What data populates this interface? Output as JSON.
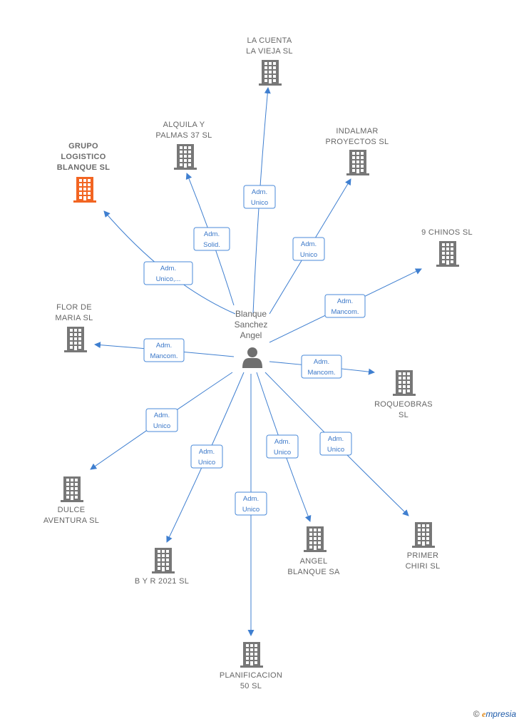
{
  "colors": {
    "edge": "#3f7fd0",
    "node": "#777777",
    "highlight": "#f26522",
    "role_text": "#3a77c8"
  },
  "center": {
    "name_lines": [
      "Blanque",
      "Sanchez",
      "Angel"
    ],
    "icon": "person-icon"
  },
  "companies": [
    {
      "id": "la-cuenta-la-vieja",
      "lines": [
        "LA CUENTA",
        "LA VIEJA  SL"
      ],
      "highlight": false,
      "icon": "building-icon"
    },
    {
      "id": "alquila-y-palmas-37",
      "lines": [
        "ALQUILA Y",
        "PALMAS 37  SL"
      ],
      "highlight": false,
      "icon": "building-icon"
    },
    {
      "id": "grupo-logistico-blanque",
      "lines": [
        "GRUPO",
        "LOGISTICO",
        "BLANQUE  SL"
      ],
      "highlight": true,
      "icon": "building-icon"
    },
    {
      "id": "indalmar-proyectos",
      "lines": [
        "INDALMAR",
        "PROYECTOS SL"
      ],
      "highlight": false,
      "icon": "building-icon"
    },
    {
      "id": "9-chinos",
      "lines": [
        "9 CHINOS SL"
      ],
      "highlight": false,
      "icon": "building-icon"
    },
    {
      "id": "flor-de-maria",
      "lines": [
        "FLOR DE",
        "MARIA  SL"
      ],
      "highlight": false,
      "icon": "building-icon"
    },
    {
      "id": "roqueobras",
      "lines": [
        "ROQUEOBRAS",
        "SL"
      ],
      "highlight": false,
      "icon": "building-icon"
    },
    {
      "id": "dulce-aventura",
      "lines": [
        "DULCE",
        "AVENTURA  SL"
      ],
      "highlight": false,
      "icon": "building-icon"
    },
    {
      "id": "b-y-r-2021",
      "lines": [
        "B Y R 2021  SL"
      ],
      "highlight": false,
      "icon": "building-icon"
    },
    {
      "id": "angel-blanque",
      "lines": [
        "ANGEL",
        "BLANQUE SA"
      ],
      "highlight": false,
      "icon": "building-icon"
    },
    {
      "id": "primer-chiri",
      "lines": [
        "PRIMER",
        "CHIRI  SL"
      ],
      "highlight": false,
      "icon": "building-icon"
    },
    {
      "id": "planificacion-50",
      "lines": [
        "PLANIFICACION",
        "50  SL"
      ],
      "highlight": false,
      "icon": "building-icon"
    }
  ],
  "relations": [
    {
      "target": "la-cuenta-la-vieja",
      "role_lines": [
        "Adm.",
        "Unico"
      ]
    },
    {
      "target": "alquila-y-palmas-37",
      "role_lines": [
        "Adm.",
        "Solid."
      ]
    },
    {
      "target": "grupo-logistico-blanque",
      "role_lines": [
        "Adm.",
        "Unico,..."
      ]
    },
    {
      "target": "indalmar-proyectos",
      "role_lines": [
        "Adm.",
        "Unico"
      ]
    },
    {
      "target": "9-chinos",
      "role_lines": [
        "Adm.",
        "Mancom."
      ]
    },
    {
      "target": "flor-de-maria",
      "role_lines": [
        "Adm.",
        "Mancom."
      ]
    },
    {
      "target": "roqueobras",
      "role_lines": [
        "Adm.",
        "Mancom."
      ]
    },
    {
      "target": "dulce-aventura",
      "role_lines": [
        "Adm.",
        "Unico"
      ]
    },
    {
      "target": "b-y-r-2021",
      "role_lines": [
        "Adm.",
        "Unico"
      ]
    },
    {
      "target": "angel-blanque",
      "role_lines": [
        "Adm.",
        "Unico"
      ]
    },
    {
      "target": "primer-chiri",
      "role_lines": [
        "Adm.",
        "Unico"
      ]
    },
    {
      "target": "planificacion-50",
      "role_lines": [
        "Adm.",
        "Unico"
      ]
    }
  ],
  "watermark": {
    "copyright": "©",
    "brand_initial": "e",
    "brand_rest": "mpresia"
  }
}
